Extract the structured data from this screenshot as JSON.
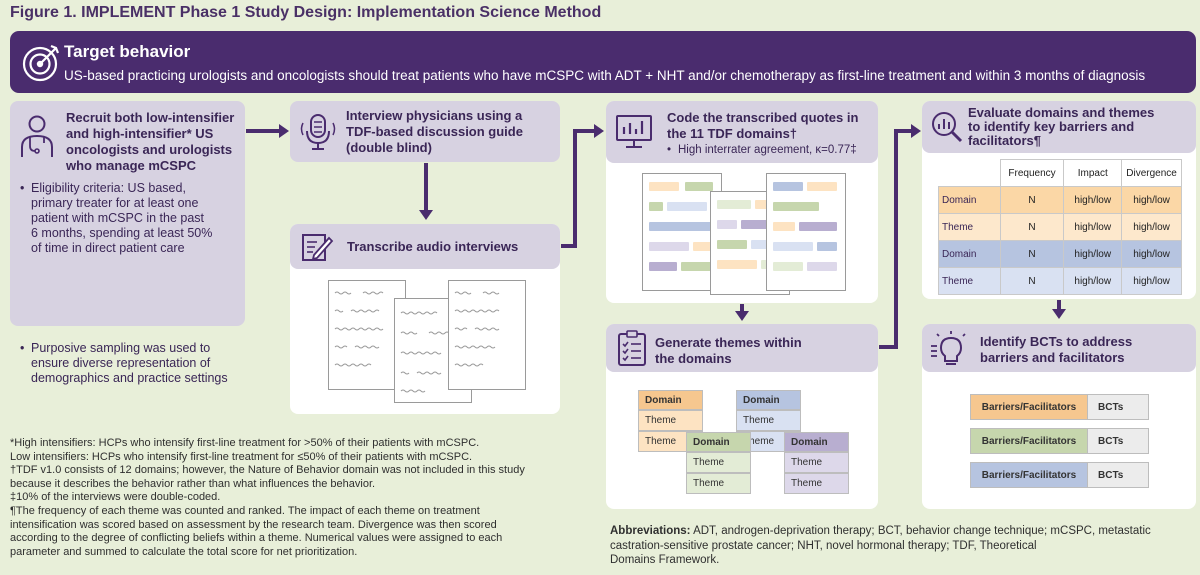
{
  "figure_title": "Figure 1. IMPLEMENT Phase 1 Study Design: Implementation Science Method",
  "target": {
    "title": "Target behavior",
    "text": "US-based practicing urologists and oncologists should treat patients who have mCSPC with ADT + NHT and/or chemotherapy as first-line treatment and within 3 months of diagnosis"
  },
  "recruit": {
    "title_lines": [
      "Recruit both low-intensifier",
      "and high-intensifier* US",
      "oncologists and urologists",
      "who manage mCSPC"
    ],
    "bullet1_lines": [
      "Eligibility criteria: US based,",
      "primary treater for at least one",
      "patient with mCSPC in the past",
      "6 months, spending at least 50%",
      "of time in direct patient care"
    ],
    "bullet2_lines": [
      "Purposive sampling was used to",
      "ensure diverse representation of",
      "demographics and practice settings"
    ]
  },
  "interview": {
    "title_lines": [
      "Interview physicians using a",
      "TDF-based discussion guide",
      "(double blind)"
    ]
  },
  "transcribe": {
    "title": "Transcribe audio interviews"
  },
  "code": {
    "title_lines": [
      "Code the transcribed quotes in",
      "the 11 TDF domains†"
    ],
    "bullet": "High interrater agreement, κ=0.77‡"
  },
  "generate": {
    "title_lines": [
      "Generate themes within",
      "the domains"
    ],
    "domain_label": "Domain",
    "theme_label": "Theme"
  },
  "evaluate": {
    "title_lines": [
      "Evaluate domains and themes",
      "to identify key barriers and",
      "facilitators¶"
    ],
    "table": {
      "headers": [
        "",
        "Frequency",
        "Impact",
        "Divergence"
      ],
      "rows": [
        [
          "Domain",
          "N",
          "high/low",
          "high/low"
        ],
        [
          "Theme",
          "N",
          "high/low",
          "high/low"
        ],
        [
          "Domain",
          "N",
          "high/low",
          "high/low"
        ],
        [
          "Theme",
          "N",
          "high/low",
          "high/low"
        ]
      ]
    }
  },
  "identify": {
    "title_lines": [
      "Identify BCTs to address",
      "barriers and facilitators"
    ],
    "rows": [
      {
        "left": "Barriers/Facilitators",
        "right": "BCTs",
        "color": "#f6c78f"
      },
      {
        "left": "Barriers/Facilitators",
        "right": "BCTs",
        "color": "#c6d6ad"
      },
      {
        "left": "Barriers/Facilitators",
        "right": "BCTs",
        "color": "#b6c4e0"
      }
    ]
  },
  "footnotes": [
    "*High intensifiers: HCPs who intensify first-line treatment for >50% of their patients with mCSPC.",
    "Low intensifiers: HCPs who intensify first-line treatment for ≤50% of their patients with mCSPC.",
    "†TDF v1.0 consists of 12 domains; however, the Nature of Behavior domain was not included in this study",
    "because it describes the behavior rather than what influences the behavior.",
    "‡10% of the interviews were double-coded.",
    "¶The frequency of each theme was counted and ranked. The impact of each theme on treatment",
    "intensification was scored based on assessment by the research team. Divergence was then scored",
    "according to the degree of conflicting beliefs within a theme. Numerical values were assigned to each",
    "parameter and summed to calculate the total score for net prioritization."
  ],
  "abbreviations": {
    "label": "Abbreviations:",
    "line1": " ADT, androgen-deprivation therapy; BCT, behavior change technique; mCSPC, metastatic",
    "line2": "castration-sensitive prostate cancer; NHT, novel hormonal therapy; TDF, Theoretical",
    "line3": "Domains Framework."
  },
  "colors": {
    "purple_dark": "#4a2c6e",
    "panel": "#d7d2e1",
    "background": "#e8efd9",
    "orange": "#f6c78f",
    "orange_light": "#fde3c2",
    "blue": "#b6c4e0",
    "blue_light": "#d9e1f2",
    "green": "#c6d6ad",
    "green_light": "#e3ecd6",
    "lavender": "#b8aed0",
    "lavender_light": "#ddd8ea"
  },
  "icons": [
    "target-icon",
    "doctor-icon",
    "microphone-icon",
    "edit-document-icon",
    "monitor-chart-icon",
    "checklist-icon",
    "magnifier-chart-icon",
    "lightbulb-icon"
  ]
}
